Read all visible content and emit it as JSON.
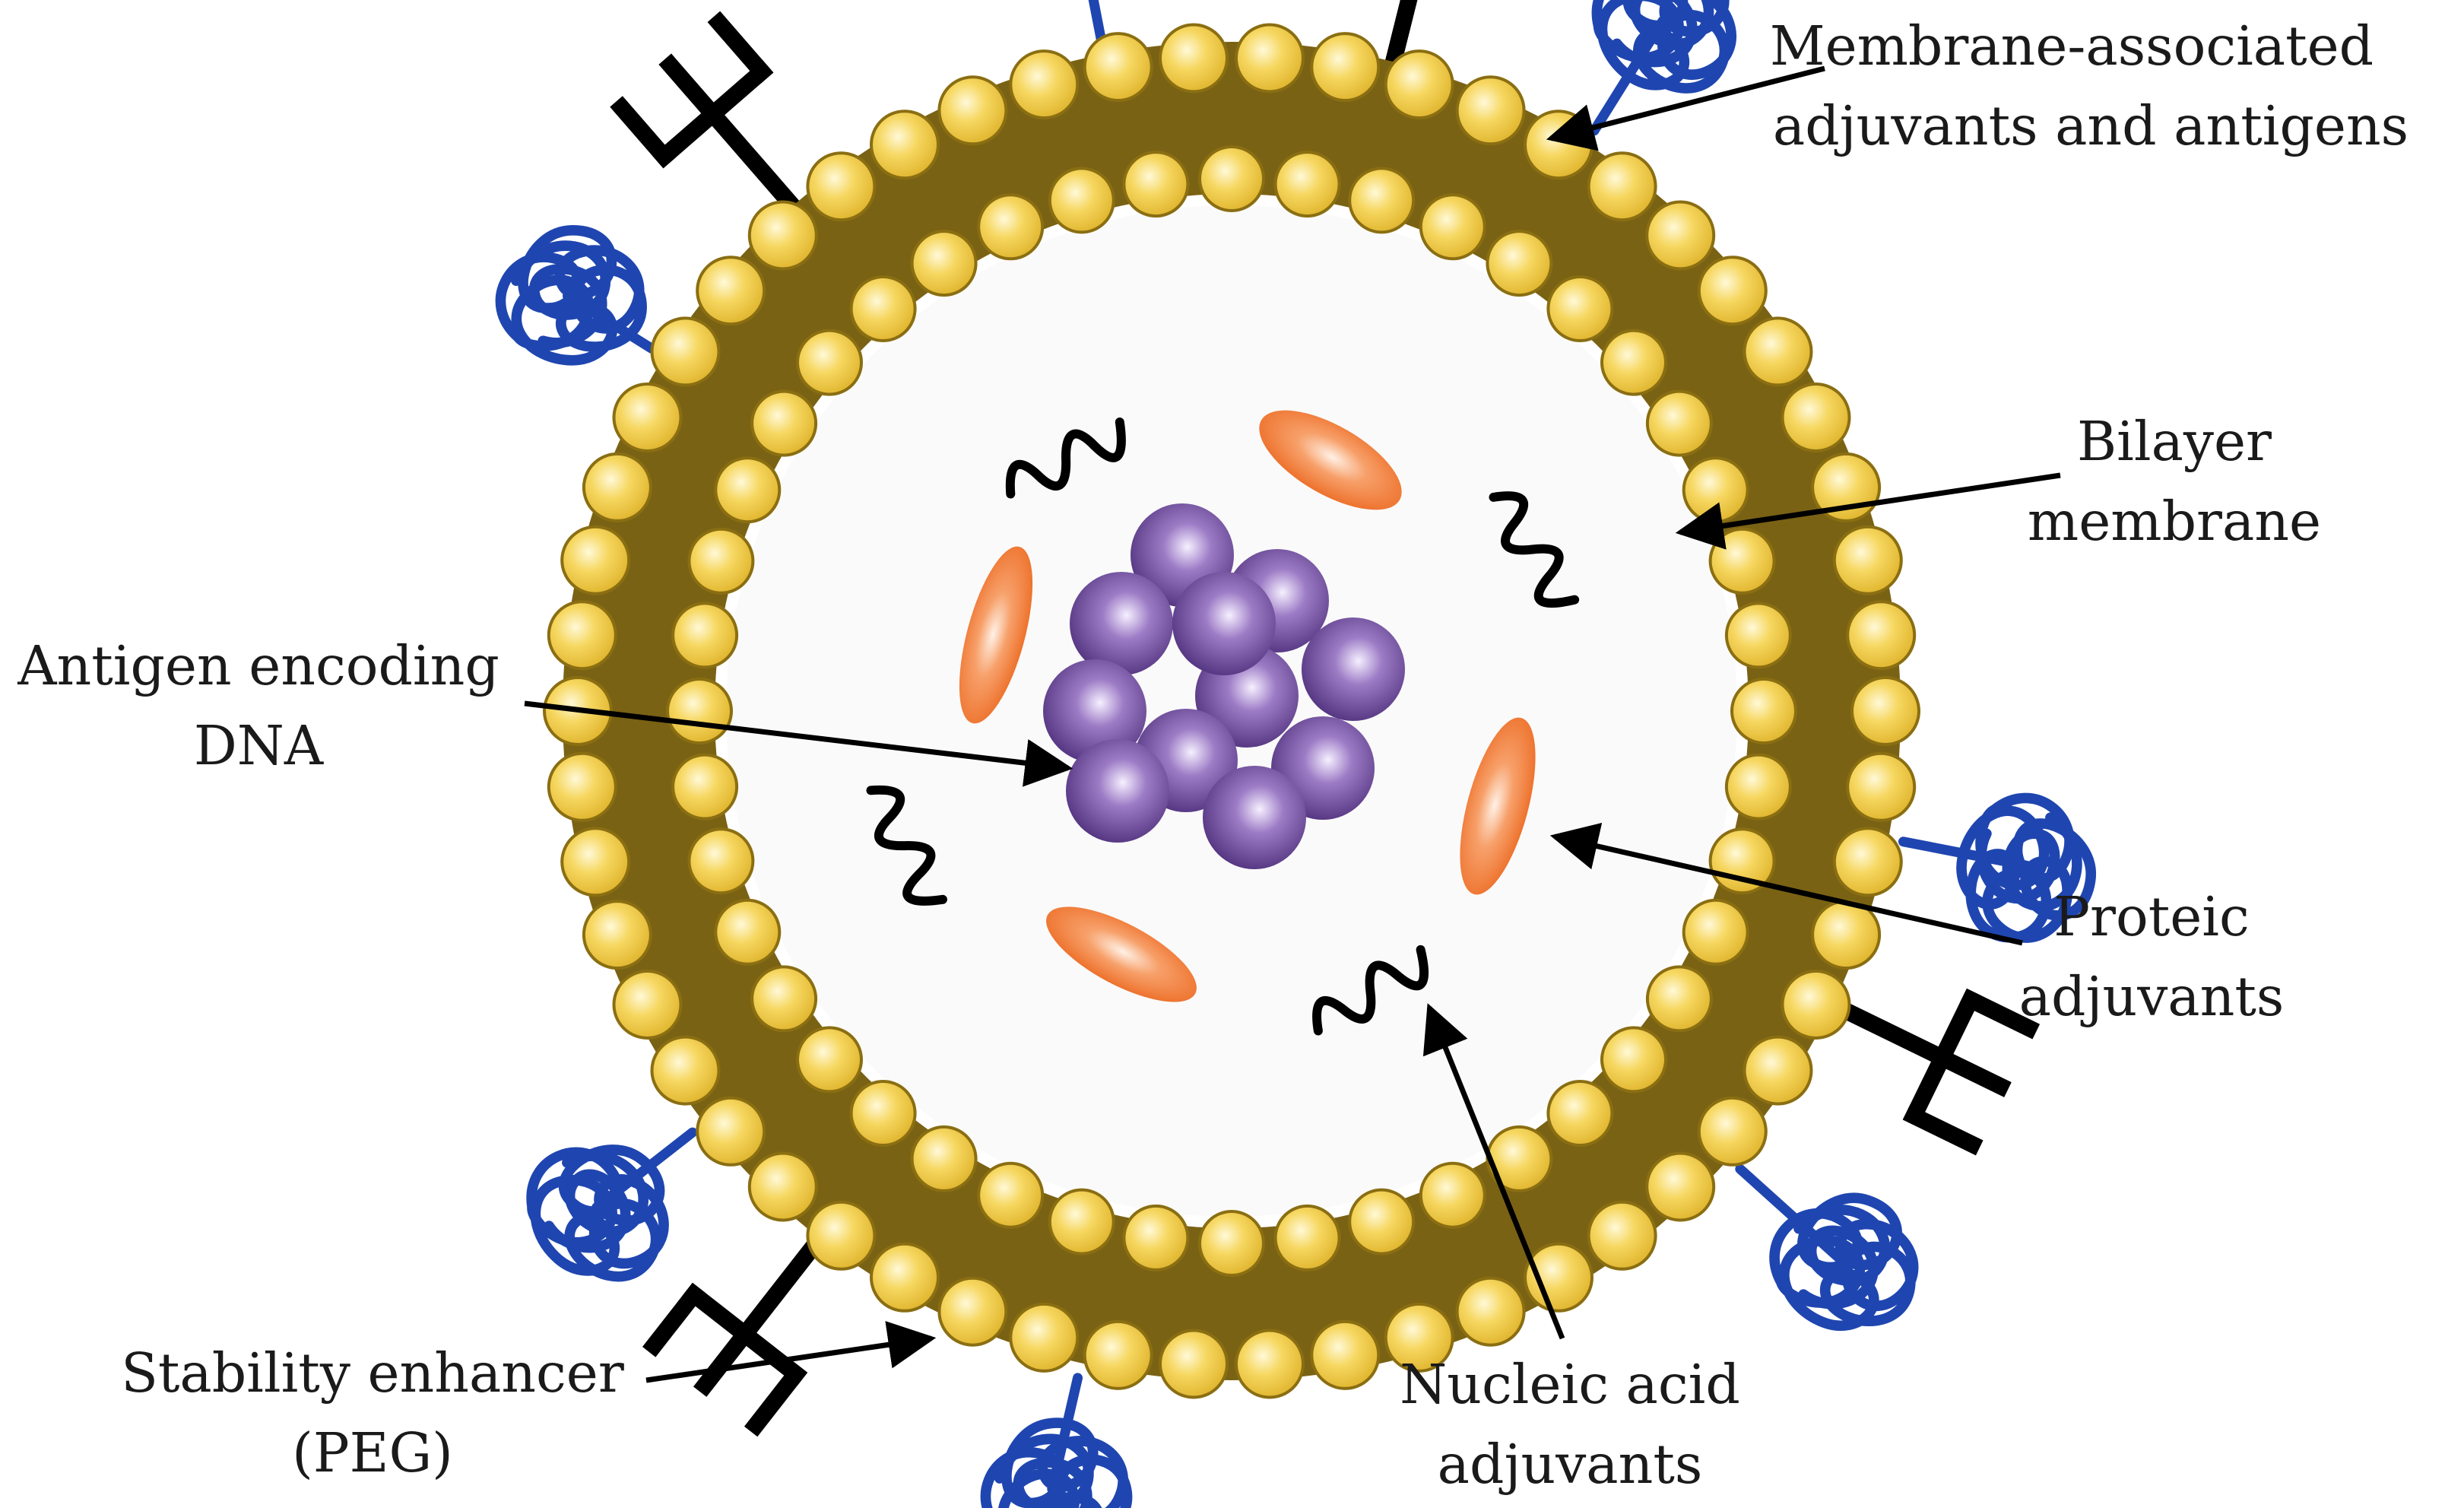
{
  "labels": {
    "membrane_associated": [
      "Membrane-associated",
      "adjuvants and antigens"
    ],
    "bilayer": [
      "Bilayer",
      "membrane"
    ],
    "antigen_dna": [
      "Antigen encoding",
      "DNA"
    ],
    "proteic": [
      "Proteic",
      "adjuvants"
    ],
    "stability": [
      "Stability enhancer",
      "(PEG)"
    ],
    "nucleic": [
      "Nucleic acid",
      "adjuvants"
    ]
  },
  "colors": {
    "lipid_head": "#f0cc4a",
    "lipid_outline": "#8a6e12",
    "membrane_core": "#7a6214",
    "interior": "#fafafa",
    "dna_sphere": "#7e5aa6",
    "protein": "#f07a3a",
    "peg": "#1f46b0",
    "antigen_fork": "#000000",
    "nucleic_squiggle": "#000000",
    "arrow": "#000000"
  },
  "icons": {
    "peg": "peg-coil-icon",
    "antigen": "antibody-fork-icon",
    "protein": "protein-ellipse-icon",
    "nucleic": "nucleic-squiggle-icon",
    "dna": "dna-sphere-cluster-icon"
  }
}
